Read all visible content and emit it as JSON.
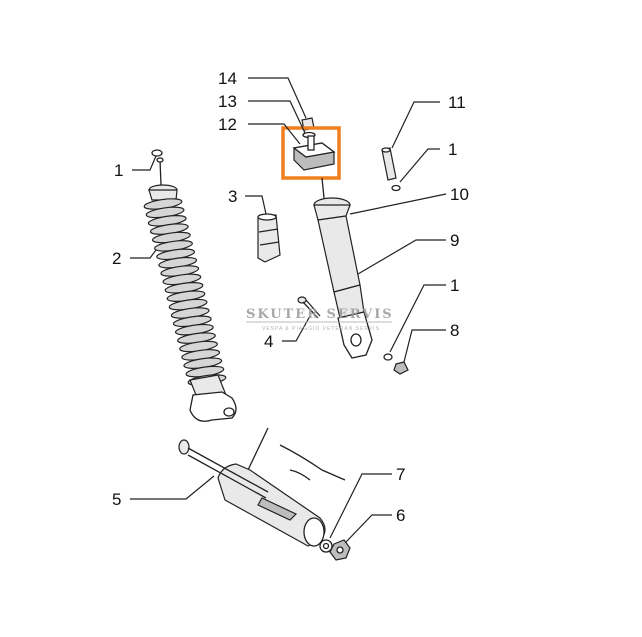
{
  "callouts": {
    "c14": "14",
    "c13": "13",
    "c12": "12",
    "c11": "11",
    "c1_top_left": "1",
    "c1_top_right": "1",
    "c10": "10",
    "c3": "3",
    "c2": "2",
    "c9": "9",
    "c1_mid_right": "1",
    "c8": "8",
    "c4": "4",
    "c5": "5",
    "c7": "7",
    "c6": "6"
  },
  "watermark": {
    "title": "SKUTER SERVIS",
    "subtitle": "VESPA & PIAGGIO VETERAN SERVIS"
  },
  "colors": {
    "highlight": "#f07f1e",
    "line": "#222222"
  }
}
